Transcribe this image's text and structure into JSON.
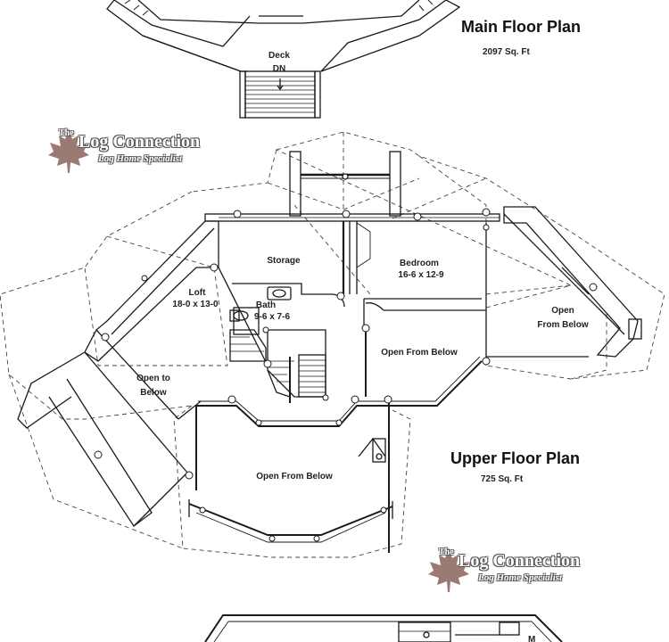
{
  "main_floor": {
    "title": "Main Floor Plan",
    "area": "2097 Sq. Ft"
  },
  "upper_floor": {
    "title": "Upper Floor Plan",
    "area": "725 Sq. Ft"
  },
  "logo": {
    "the": "The",
    "name": "Log Connection",
    "tagline": "Log Home Specialist",
    "color": "#9a7a72"
  },
  "labels": {
    "deck": "Deck",
    "dn": "DN",
    "storage": "Storage",
    "bedroom": "Bedroom",
    "bedroom_dim": "16-6 x 12-9",
    "loft": "Loft",
    "loft_dim": "18-0 x 13-0",
    "bath": "Bath",
    "bath_dim": "9-6 x 7-6",
    "open_below_right_1": "Open",
    "open_below_right_2": "From Below",
    "open_from_below_mid": "Open From Below",
    "open_to_below_1": "Open to",
    "open_to_below_2": "Below",
    "open_from_below_lower": "Open From Below",
    "partial_label": "M"
  },
  "colors": {
    "line": "#1a1a1a",
    "dash": "#444444"
  }
}
